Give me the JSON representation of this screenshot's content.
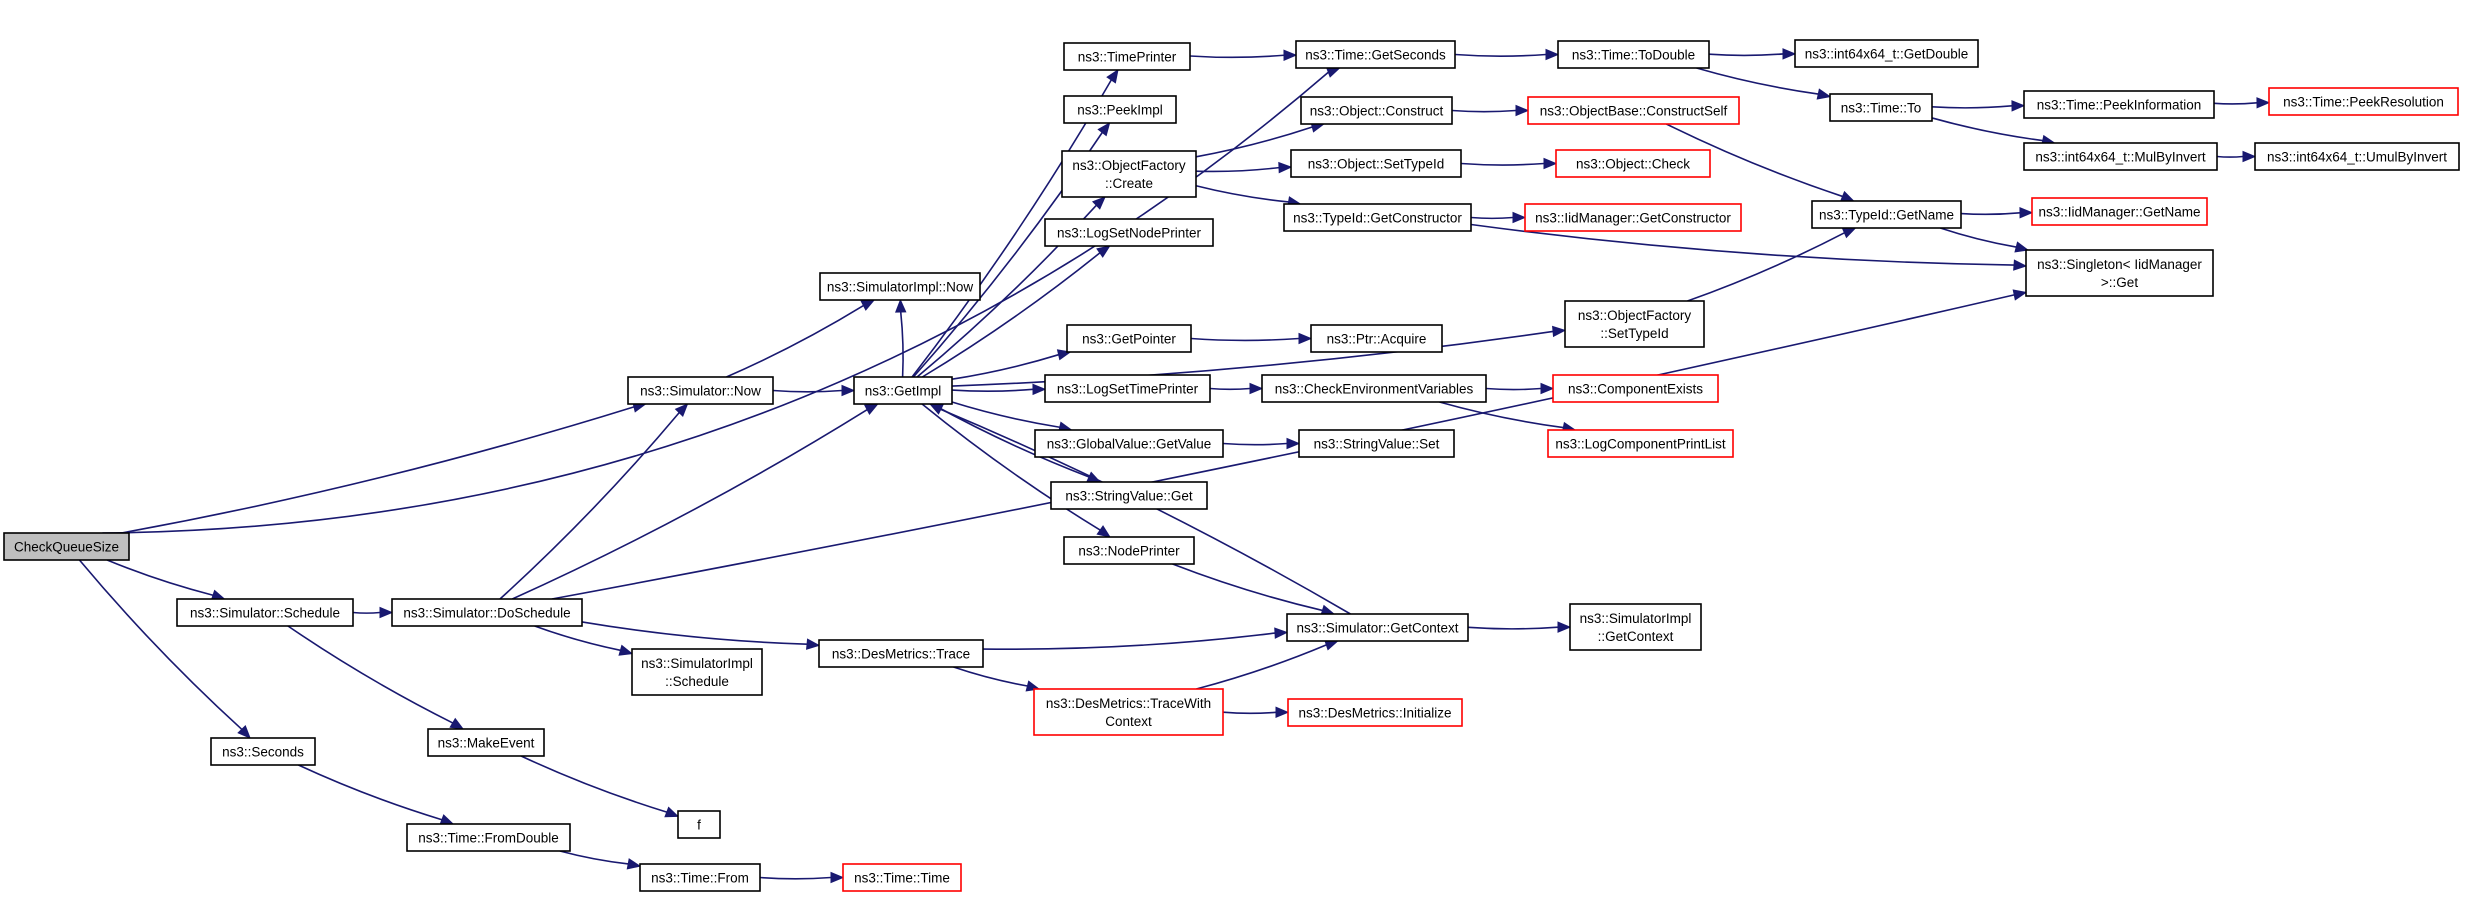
{
  "nodes": {
    "checkqueuesize": {
      "lines": [
        "CheckQueueSize"
      ],
      "root": true
    },
    "sim_now": {
      "lines": [
        "ns3::Simulator::Now"
      ]
    },
    "sim_schedule": {
      "lines": [
        "ns3::Simulator::Schedule"
      ]
    },
    "seconds": {
      "lines": [
        "ns3::Seconds"
      ]
    },
    "simimpl_now": {
      "lines": [
        "ns3::SimulatorImpl::Now"
      ]
    },
    "getimpl": {
      "lines": [
        "ns3::GetImpl"
      ]
    },
    "doschedule": {
      "lines": [
        "ns3::Simulator::DoSchedule"
      ]
    },
    "makeevent": {
      "lines": [
        "ns3::MakeEvent"
      ]
    },
    "f": {
      "lines": [
        "f"
      ]
    },
    "fromdouble": {
      "lines": [
        "ns3::Time::FromDouble"
      ]
    },
    "time_from": {
      "lines": [
        "ns3::Time::From"
      ]
    },
    "time_time": {
      "lines": [
        "ns3::Time::Time"
      ],
      "truncated": true
    },
    "simimpl_schedule": {
      "lines": [
        "ns3::SimulatorImpl",
        "::Schedule"
      ]
    },
    "desmetrics_trace": {
      "lines": [
        "ns3::DesMetrics::Trace"
      ]
    },
    "desmetrics_tracewith": {
      "lines": [
        "ns3::DesMetrics::TraceWith",
        "Context"
      ],
      "truncated": true
    },
    "desmetrics_init": {
      "lines": [
        "ns3::DesMetrics::Initialize"
      ],
      "truncated": true
    },
    "timeprinter": {
      "lines": [
        "ns3::TimePrinter"
      ]
    },
    "peekimpl": {
      "lines": [
        "ns3::PeekImpl"
      ]
    },
    "objectfactory_create": {
      "lines": [
        "ns3::ObjectFactory",
        "::Create"
      ]
    },
    "logsetnodeprinter": {
      "lines": [
        "ns3::LogSetNodePrinter"
      ]
    },
    "getpointer": {
      "lines": [
        "ns3::GetPointer"
      ]
    },
    "logsettimeprinter": {
      "lines": [
        "ns3::LogSetTimePrinter"
      ]
    },
    "globalvalue_getvalue": {
      "lines": [
        "ns3::GlobalValue::GetValue"
      ]
    },
    "stringvalue_get": {
      "lines": [
        "ns3::StringValue::Get"
      ]
    },
    "nodeprinter": {
      "lines": [
        "ns3::NodePrinter"
      ]
    },
    "time_getseconds": {
      "lines": [
        "ns3::Time::GetSeconds"
      ]
    },
    "object_construct": {
      "lines": [
        "ns3::Object::Construct"
      ]
    },
    "object_settypeid": {
      "lines": [
        "ns3::Object::SetTypeId"
      ]
    },
    "typeid_getconstructor": {
      "lines": [
        "ns3::TypeId::GetConstructor"
      ]
    },
    "ptr_acquire": {
      "lines": [
        "ns3::Ptr::Acquire"
      ]
    },
    "checkenvvars": {
      "lines": [
        "ns3::CheckEnvironmentVariables"
      ]
    },
    "stringvalue_set": {
      "lines": [
        "ns3::StringValue::Set"
      ]
    },
    "sim_getcontext": {
      "lines": [
        "ns3::Simulator::GetContext"
      ]
    },
    "time_todouble": {
      "lines": [
        "ns3::Time::ToDouble"
      ]
    },
    "objectbase_constructself": {
      "lines": [
        "ns3::ObjectBase::ConstructSelf"
      ],
      "truncated": true
    },
    "object_check": {
      "lines": [
        "ns3::Object::Check"
      ],
      "truncated": true
    },
    "iidmanager_getconstructor": {
      "lines": [
        "ns3::IidManager::GetConstructor"
      ],
      "truncated": true
    },
    "objectfactory_settypeid": {
      "lines": [
        "ns3::ObjectFactory",
        "::SetTypeId"
      ]
    },
    "componentexists": {
      "lines": [
        "ns3::ComponentExists"
      ],
      "truncated": true
    },
    "logcomponentprintlist": {
      "lines": [
        "ns3::LogComponentPrintList"
      ],
      "truncated": true
    },
    "simimpl_getcontext": {
      "lines": [
        "ns3::SimulatorImpl",
        "::GetContext"
      ]
    },
    "int64_getdouble": {
      "lines": [
        "ns3::int64x64_t::GetDouble"
      ]
    },
    "time_to": {
      "lines": [
        "ns3::Time::To"
      ]
    },
    "typeid_getname": {
      "lines": [
        "ns3::TypeId::GetName"
      ]
    },
    "time_peekinformation": {
      "lines": [
        "ns3::Time::PeekInformation"
      ]
    },
    "int64_mulbyinvert": {
      "lines": [
        "ns3::int64x64_t::MulByInvert"
      ]
    },
    "iidmanager_getname": {
      "lines": [
        "ns3::IidManager::GetName"
      ],
      "truncated": true
    },
    "singleton_get": {
      "lines": [
        "ns3::Singleton< IidManager",
        " >::Get"
      ]
    },
    "time_peekresolution": {
      "lines": [
        "ns3::Time::PeekResolution"
      ],
      "truncated": true
    },
    "int64_umulbyinvert": {
      "lines": [
        "ns3::int64x64_t::UmulByInvert"
      ]
    }
  },
  "edges": [
    [
      "checkqueuesize",
      "time_getseconds"
    ],
    [
      "checkqueuesize",
      "sim_now"
    ],
    [
      "checkqueuesize",
      "sim_schedule"
    ],
    [
      "checkqueuesize",
      "seconds"
    ],
    [
      "sim_now",
      "simimpl_now"
    ],
    [
      "sim_now",
      "getimpl"
    ],
    [
      "sim_schedule",
      "doschedule"
    ],
    [
      "sim_schedule",
      "makeevent"
    ],
    [
      "seconds",
      "fromdouble"
    ],
    [
      "doschedule",
      "sim_now"
    ],
    [
      "doschedule",
      "getimpl"
    ],
    [
      "doschedule",
      "simimpl_schedule"
    ],
    [
      "doschedule",
      "desmetrics_trace"
    ],
    [
      "doschedule",
      "singleton_get"
    ],
    [
      "makeevent",
      "f"
    ],
    [
      "fromdouble",
      "time_from"
    ],
    [
      "time_from",
      "time_time"
    ],
    [
      "getimpl",
      "simimpl_now"
    ],
    [
      "getimpl",
      "timeprinter"
    ],
    [
      "getimpl",
      "peekimpl"
    ],
    [
      "getimpl",
      "objectfactory_create"
    ],
    [
      "getimpl",
      "logsetnodeprinter"
    ],
    [
      "getimpl",
      "objectfactory_settypeid"
    ],
    [
      "getimpl",
      "getpointer"
    ],
    [
      "getimpl",
      "logsettimeprinter"
    ],
    [
      "getimpl",
      "globalvalue_getvalue"
    ],
    [
      "getimpl",
      "stringvalue_get"
    ],
    [
      "getimpl",
      "nodeprinter"
    ],
    [
      "timeprinter",
      "time_getseconds"
    ],
    [
      "objectfactory_create",
      "object_construct"
    ],
    [
      "objectfactory_create",
      "object_settypeid"
    ],
    [
      "objectfactory_create",
      "typeid_getconstructor"
    ],
    [
      "getpointer",
      "ptr_acquire"
    ],
    [
      "logsettimeprinter",
      "checkenvvars"
    ],
    [
      "globalvalue_getvalue",
      "stringvalue_set"
    ],
    [
      "nodeprinter",
      "sim_getcontext"
    ],
    [
      "desmetrics_trace",
      "sim_getcontext"
    ],
    [
      "desmetrics_trace",
      "desmetrics_tracewith"
    ],
    [
      "desmetrics_tracewith",
      "sim_getcontext"
    ],
    [
      "desmetrics_tracewith",
      "desmetrics_init"
    ],
    [
      "sim_getcontext",
      "getimpl"
    ],
    [
      "sim_getcontext",
      "simimpl_getcontext"
    ],
    [
      "time_getseconds",
      "time_todouble"
    ],
    [
      "time_todouble",
      "int64_getdouble"
    ],
    [
      "time_todouble",
      "time_to"
    ],
    [
      "time_to",
      "time_peekinformation"
    ],
    [
      "time_to",
      "int64_mulbyinvert"
    ],
    [
      "time_peekinformation",
      "time_peekresolution"
    ],
    [
      "int64_mulbyinvert",
      "int64_umulbyinvert"
    ],
    [
      "object_construct",
      "objectbase_constructself"
    ],
    [
      "objectbase_constructself",
      "typeid_getname"
    ],
    [
      "object_settypeid",
      "object_check"
    ],
    [
      "typeid_getconstructor",
      "iidmanager_getconstructor"
    ],
    [
      "typeid_getconstructor",
      "singleton_get"
    ],
    [
      "objectfactory_settypeid",
      "typeid_getname"
    ],
    [
      "typeid_getname",
      "iidmanager_getname"
    ],
    [
      "typeid_getname",
      "singleton_get"
    ],
    [
      "checkenvvars",
      "componentexists"
    ],
    [
      "checkenvvars",
      "logcomponentprintlist"
    ]
  ],
  "colors": {
    "edge": "#191970",
    "node_border": "#000000",
    "truncated_border": "#ff0000",
    "root_fill": "#bfbfbf"
  }
}
